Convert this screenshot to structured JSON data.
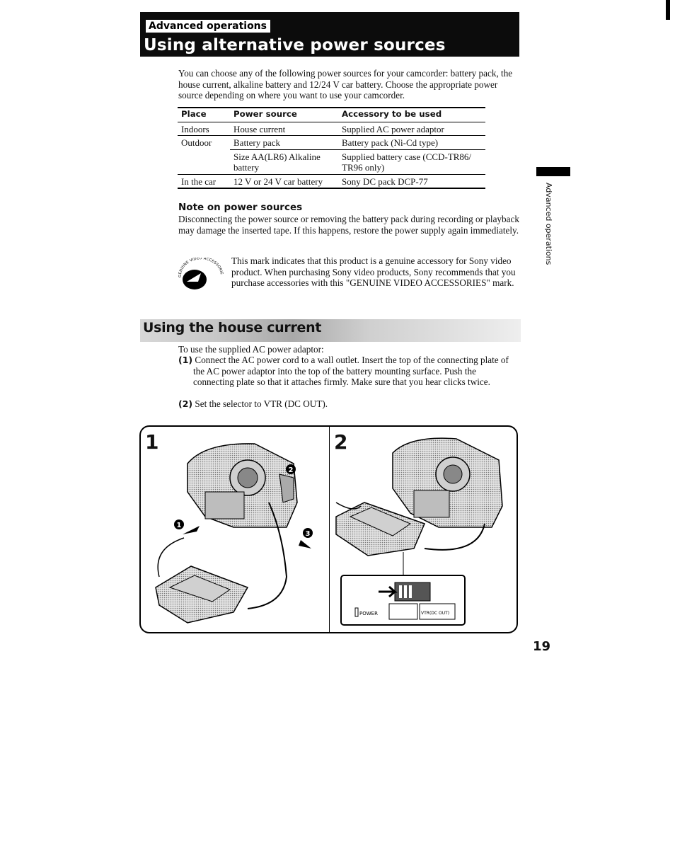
{
  "header": {
    "section_tag": "Advanced operations",
    "title": "Using alternative power sources"
  },
  "intro": "You can choose any of the following power sources for your camcorder: battery pack, the house current, alkaline battery and 12/24 V car battery. Choose the appropriate power source depending on where you want to use your camcorder.",
  "table": {
    "headers": [
      "Place",
      "Power source",
      "Accessory to be used"
    ],
    "rows": [
      {
        "place": "Indoors",
        "source": "House current",
        "accessory": "Supplied AC power adaptor"
      },
      {
        "place": "Outdoor",
        "source": "Battery pack",
        "accessory": "Battery pack (Ni-Cd type)"
      },
      {
        "place": "",
        "source": "Size AA(LR6) Alkaline battery",
        "accessory": "Supplied battery case (CCD-TR86/ TR96 only)"
      },
      {
        "place": "In the car",
        "source": "12 V or 24 V car battery",
        "accessory": "Sony DC pack DCP-77"
      }
    ]
  },
  "note": {
    "heading": "Note on power sources",
    "text": "Disconnecting the power source or removing the battery pack during recording or playback may damage the inserted tape. If this happens, restore the power supply again immediately."
  },
  "genuine_mark": {
    "logo_text": "GENUINE VIDEO ACCESSORIES",
    "text": "This mark indicates that this product is a genuine accessory for Sony video product. When purchasing Sony video products, Sony recommends that you purchase accessories with this \"GENUINE VIDEO ACCESSORIES\" mark."
  },
  "house_current": {
    "heading": "Using the house current",
    "intro": "To use the supplied AC power adaptor:",
    "steps": [
      {
        "num": "(1)",
        "text": "Connect the AC power cord to a wall outlet. Insert the top of the connecting plate of the AC power adaptor into the top of the battery mounting surface. Push the connecting plate so that it attaches firmly. Make sure that you hear clicks twice."
      },
      {
        "num": "(2)",
        "text": "Set the selector to VTR (DC OUT)."
      }
    ]
  },
  "figure": {
    "panel1_number": "1",
    "panel2_number": "2",
    "callouts": [
      "1",
      "2",
      "3"
    ],
    "switch_label_power": "POWER",
    "switch_label_vtr": "VTR(DC OUT)"
  },
  "side_tab": "Advanced operations",
  "page_number": "19"
}
